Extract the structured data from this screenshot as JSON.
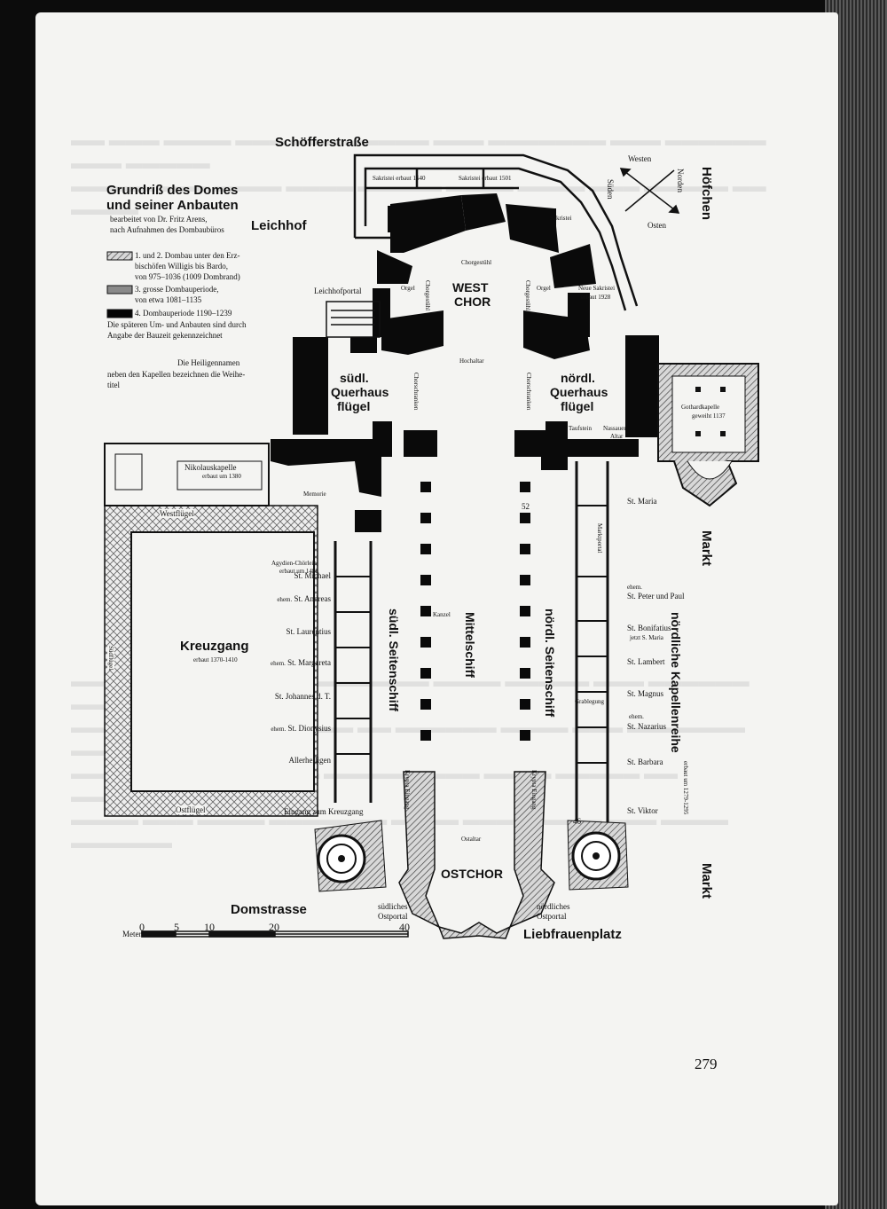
{
  "page_number": "279",
  "legend": {
    "title_line1": "Grundriß des Domes",
    "title_line2": "und seiner Anbauten",
    "credit_line1": "bearbeitet von Dr. Fritz Arens,",
    "credit_line2": "nach Aufnahmen des Dombaubüros",
    "items": [
      {
        "text1": "1. und 2. Dombau unter den Erz-",
        "text2": "bischöfen Willigis bis Bardo,",
        "text3": "von 975–1036 (1009 Dombrand)",
        "color": "#3a3a3a"
      },
      {
        "text1": "3. grosse Dombauperiode,",
        "text2": "von etwa 1081–1135",
        "text3": "",
        "color": "#8a8a8a"
      },
      {
        "text1": "4. Dombauperiode 1190–1239",
        "text2": "",
        "text3": "",
        "color": "#050505"
      }
    ],
    "note1_line1": "Die späteren Um- und Anbauten sind durch",
    "note1_line2": "Angabe der Bauzeit gekennzeichnet",
    "note2_line1": "Die Heiligennamen",
    "note2_line2": "neben den Kapellen bezeichnen die Weihe-",
    "note2_line3": "titel"
  },
  "streets": {
    "schoefferstrasse": "Schöfferstraße",
    "hoefchen": "Höfchen",
    "leichhof": "Leichhof",
    "markt_upper": "Markt",
    "markt_lower": "Markt",
    "domstrasse": "Domstrasse",
    "liebfrauenplatz": "Liebfrauenplatz"
  },
  "compass": {
    "west": "Westen",
    "norden": "Norden",
    "sueden": "Süden",
    "osten": "Osten"
  },
  "rooms": {
    "westchor_1": "WEST",
    "westchor_2": "CHOR",
    "sued_querhaus_1": "südl.",
    "sued_querhaus_2": "Querhaus",
    "sued_querhaus_3": "flügel",
    "nord_querhaus_1": "nördl.",
    "nord_querhaus_2": "Querhaus",
    "nord_querhaus_3": "flügel",
    "mittelschiff": "Mittelschiff",
    "sued_seitenschiff": "südl. Seitenschiff",
    "nord_seitenschiff": "nördl. Seitenschiff",
    "kapellenreihe": "nördliche Kapellenreihe",
    "kapellenreihe_date": "erbaut um 1279-1295",
    "ostchor": "OSTCHOR",
    "kreuzgang": "Kreuzgang",
    "kreuzgang_date": "erbaut 1370-1410"
  },
  "labels": {
    "sakristei_1540": "Sakristei erbaut 1540",
    "sakristei_1501": "Sakristei erbaut 1501",
    "sakristei": "Sakristei",
    "chorgestuehl": "Chorgestühl",
    "chorgestuehl_v1": "Chorgestühl",
    "chorgestuehl_v2": "Chorgestühl",
    "orgel_1": "Orgel",
    "orgel_2": "Orgel",
    "neue_sakristei_1": "Neue Sakristei",
    "neue_sakristei_2": "erbaut 1928",
    "leichhofportal": "Leichhofportal",
    "hochaltar": "Hochaltar",
    "chorschranken_1": "Chorschranken",
    "chorschranken_2": "Chorschranken",
    "taufstein": "Taufstein",
    "nassauer_altar_1": "Nassauer",
    "nassauer_altar_2": "Altar",
    "gothardkapelle_1": "Gothardkapelle",
    "gothardkapelle_2": "geweiht 1137",
    "nikolauskapelle_1": "Nikolauskapelle",
    "nikolauskapelle_2": "erbaut um 1380",
    "memorie": "Memorie",
    "westfluegel": "Westflügel",
    "suedfluegel": "Südflügel",
    "ostfluegel": "Ostflügel",
    "agydien_1": "Agydien-Chörlein",
    "agydien_2": "erbaut um 1488",
    "pillar_52": "52",
    "pillar_46": "46",
    "kanzel": "Kanzel",
    "marktportal": "Marktportal",
    "grablegung": "Grablegung",
    "krypta_1": "Krypta Eingang",
    "krypta_2": "Krypta Eingang",
    "ostaltar": "Ostaltar",
    "eingang_kreuzgang": "Eingang zum Kreuzgang",
    "suedl_ostportal_1": "südliches",
    "suedl_ostportal_2": "Ostportal",
    "noerdl_ostportal_1": "nördliches",
    "noerdl_ostportal_2": "Ostportal"
  },
  "chapels_south": [
    {
      "prefix": "",
      "name": "St. Michael"
    },
    {
      "prefix": "ehem.",
      "name": "St. Andreas"
    },
    {
      "prefix": "",
      "name": "St. Laurentius"
    },
    {
      "prefix": "ehem.",
      "name": "St. Margareta"
    },
    {
      "prefix": "",
      "name": "St. Johannes d. T."
    },
    {
      "prefix": "ehem.",
      "name": "St. Dionysius"
    },
    {
      "prefix": "",
      "name": "Allerheiligen"
    }
  ],
  "chapels_north": [
    {
      "prefix": "",
      "name": "St. Maria"
    },
    {
      "prefix": "ehem.",
      "name": "St. Peter und Paul"
    },
    {
      "prefix": "",
      "name": "St. Bonifatius",
      "suffix": "jetzt S. Maria"
    },
    {
      "prefix": "",
      "name": "St. Lambert"
    },
    {
      "prefix": "",
      "name": "St. Magnus"
    },
    {
      "prefix": "ehem.",
      "name": "St. Nazarius"
    },
    {
      "prefix": "",
      "name": "St. Barbara"
    },
    {
      "prefix": "",
      "name": "St. Viktor"
    }
  ],
  "scale": {
    "label": "Meter",
    "ticks": [
      "0",
      "5",
      "10",
      "20",
      "40"
    ]
  },
  "colors": {
    "wall": "#0a0a0a",
    "hatch": "#7a7a7a",
    "paper": "#f4f4f2"
  }
}
